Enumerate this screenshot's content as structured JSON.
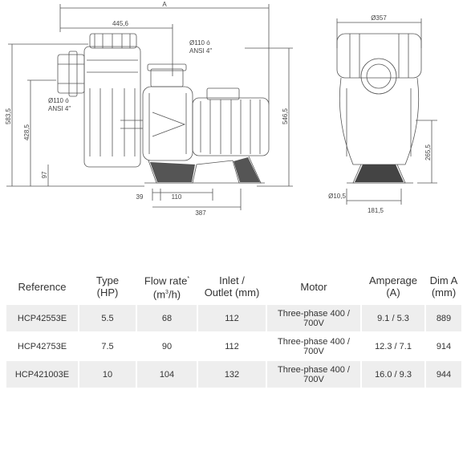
{
  "drawing": {
    "dims": {
      "a": "A",
      "d445": "445,6",
      "d583": "583,5",
      "d428": "428,5",
      "d97": "97",
      "d39": "39",
      "d110": "110",
      "d387": "387",
      "d546": "546,5",
      "d357": "Ø357",
      "d265": "265,5",
      "d181": "181,5",
      "d10": "Ø10,5",
      "inlet_dia": "Ø110 ó",
      "inlet_ansi": "ANSI 4\"",
      "outlet_dia": "Ø110 ó",
      "outlet_ansi": "ANSI 4\""
    }
  },
  "table": {
    "headers": {
      "reference": "Reference",
      "type_l1": "Type",
      "type_l2": "(HP)",
      "flow_l1": "Flow rate",
      "flow_sup": "*",
      "flow_l2a": "(m",
      "flow_l2sup": "3",
      "flow_l2b": "/h)",
      "inlet_l1": "Inlet /",
      "inlet_l2": "Outlet (mm)",
      "motor": "Motor",
      "amp_l1": "Amperage",
      "amp_l2": "(A)",
      "dim_l1": "Dim A",
      "dim_l2": "(mm)"
    },
    "rows": [
      {
        "ref": "HCP42553E",
        "hp": "5.5",
        "flow": "68",
        "io": "112",
        "motor": "Three-phase 400 / 700V",
        "amp": "9.1 / 5.3",
        "dim": "889"
      },
      {
        "ref": "HCP42753E",
        "hp": "7.5",
        "flow": "90",
        "io": "112",
        "motor": "Three-phase 400 / 700V",
        "amp": "12.3 / 7.1",
        "dim": "914"
      },
      {
        "ref": "HCP421003E",
        "hp": "10",
        "flow": "104",
        "io": "132",
        "motor": "Three-phase 400 / 700V",
        "amp": "16.0 / 9.3",
        "dim": "944"
      }
    ]
  }
}
